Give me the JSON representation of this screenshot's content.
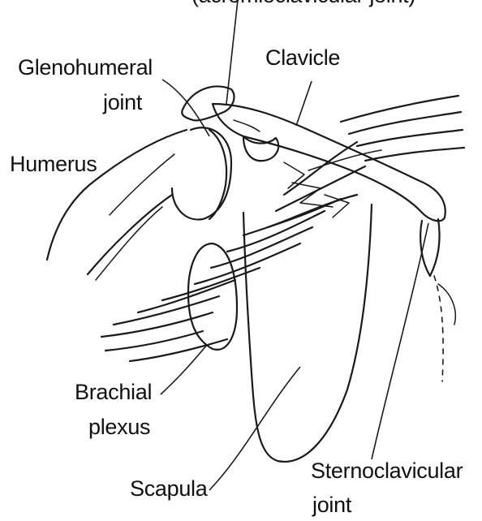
{
  "diagram": {
    "top_label_fragment": "(acromioclavicular joint)",
    "labels": {
      "glenohumeral_line1": "Glenohumeral",
      "glenohumeral_line2": "joint",
      "clavicle": "Clavicle",
      "humerus": "Humerus",
      "brachial_line1": "Brachial",
      "brachial_line2": "plexus",
      "scapula": "Scapula",
      "sternoclavicular_line1": "Sternoclavicular",
      "sternoclavicular_line2": "joint"
    },
    "colors": {
      "ink": "#1a1a1a",
      "background": "#ffffff"
    }
  }
}
